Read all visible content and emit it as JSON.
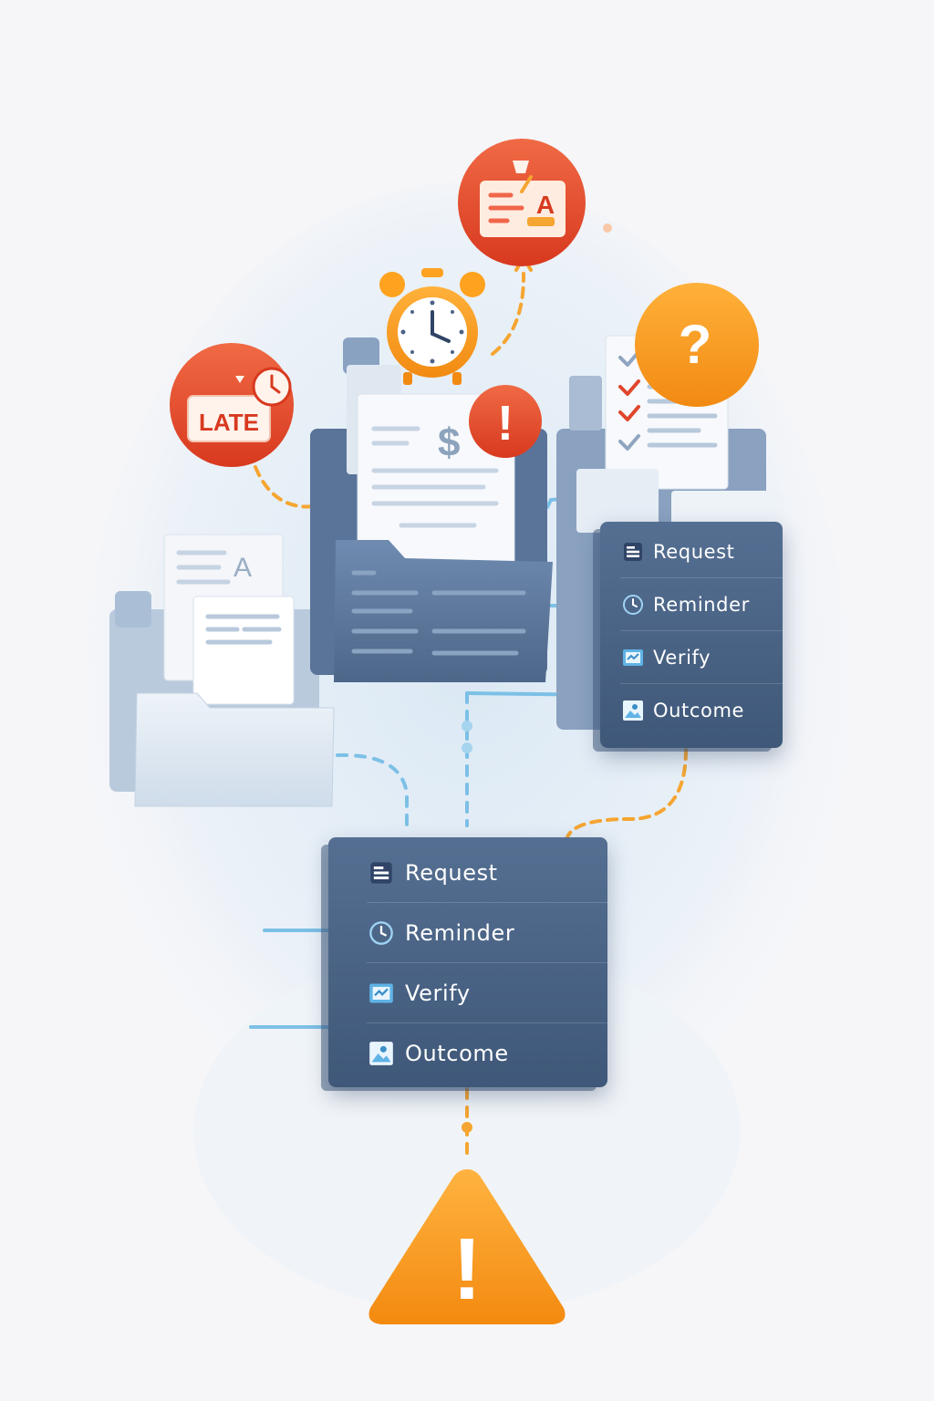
{
  "badges": {
    "late_text": "LATE",
    "form_letter": "A",
    "question_mark": "?",
    "invoice_symbol": "$",
    "alert_mark": "!",
    "warning_mark": "!",
    "doc_letter": "A"
  },
  "panels": {
    "right": {
      "items": [
        {
          "icon": "request-icon",
          "label": "Request"
        },
        {
          "icon": "reminder-clock-icon",
          "label": "Reminder"
        },
        {
          "icon": "verify-icon",
          "label": "Verify"
        },
        {
          "icon": "outcome-icon",
          "label": "Outcome"
        }
      ]
    },
    "main": {
      "items": [
        {
          "icon": "request-icon",
          "label": "Request"
        },
        {
          "icon": "reminder-clock-icon",
          "label": "Reminder"
        },
        {
          "icon": "verify-icon",
          "label": "Verify"
        },
        {
          "icon": "outcome-icon",
          "label": "Outcome"
        }
      ]
    }
  },
  "colors": {
    "panel": "#4a6386",
    "alert_red": "#e0462c",
    "accent_orange": "#f59a23",
    "connector_blue": "#7cc0e6",
    "folder_blue": "#6d89ad"
  }
}
